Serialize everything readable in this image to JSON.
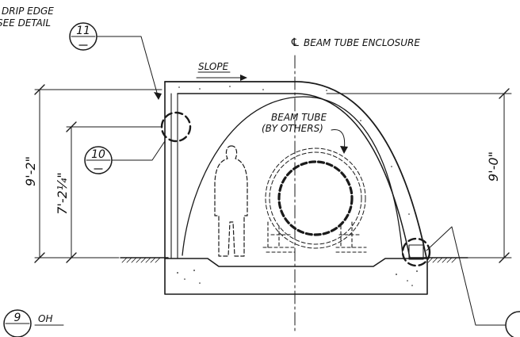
{
  "notes": {
    "drip_edge_line1": "DRIP EDGE",
    "drip_edge_line2": "SEE DETAIL",
    "centerline_symbol": "℄",
    "centerline_label": "BEAM TUBE ENCLOSURE",
    "slope": "SLOPE",
    "beam_tube_line1": "BEAM TUBE",
    "beam_tube_line2": "(BY OTHERS)"
  },
  "callouts": {
    "detail_top": "11",
    "detail_mid": "10",
    "detail_bottom": "9",
    "detail_bottom_suffix": "OH"
  },
  "dimensions": {
    "outer_height": "9'-2\"",
    "inner_height": "7'-2¼\"",
    "right_height": "9'-0\""
  },
  "colors": {
    "ink": "#1a1a1a",
    "paper": "#ffffff"
  }
}
